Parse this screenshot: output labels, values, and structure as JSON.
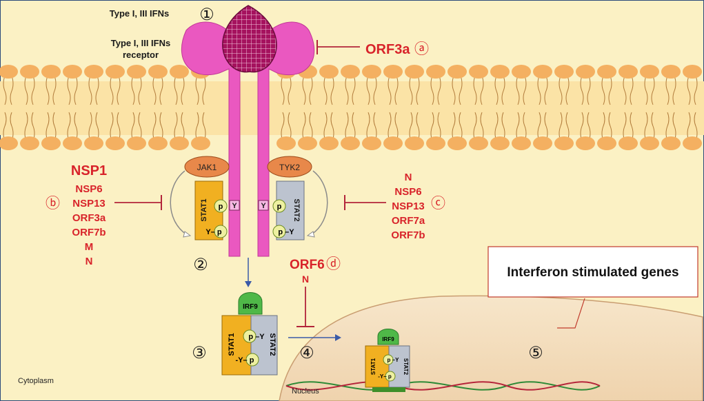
{
  "labels": {
    "ifn": "Type I, III IFNs",
    "receptor_line1": "Type I, III IFNs",
    "receptor_line2": "receptor",
    "cytoplasm": "Cytoplasm",
    "nucleus": "Nucleus",
    "isg": "Interferon stimulated genes"
  },
  "proteins": {
    "jak1": "JAK1",
    "tyk2": "TYK2",
    "stat1": "STAT1",
    "stat2": "STAT2",
    "irf9": "IRF9",
    "y": "Y",
    "p": "p",
    "py": "p –Y",
    "yp": "-Y– p",
    "yp2": "Y– p"
  },
  "steps": [
    "①",
    "②",
    "③",
    "④",
    "⑤"
  ],
  "markers": {
    "a": "ⓐ",
    "b": "ⓑ",
    "c": "ⓒ",
    "d": "ⓓ"
  },
  "inhibitors": {
    "a": [
      "ORF3a"
    ],
    "b": [
      "NSP1",
      "NSP6",
      "NSP13",
      "ORF3a",
      "ORF7b",
      "M",
      "N"
    ],
    "c": [
      "N",
      "NSP6",
      "NSP13",
      "ORF7a",
      "ORF7b"
    ],
    "d": [
      "ORF6",
      "N"
    ]
  },
  "colors": {
    "background": "#fbf1c4",
    "membrane_band": "#fbe3a6",
    "lipid_head": "#f4b061",
    "receptor": "#ea58c0",
    "inhibitor": "#d8232a",
    "jak": "#e8884a",
    "stat1": "#f1b021",
    "stat2": "#bcc3cf",
    "irf9": "#4fb848",
    "nucleus": "#f4e2c4"
  }
}
